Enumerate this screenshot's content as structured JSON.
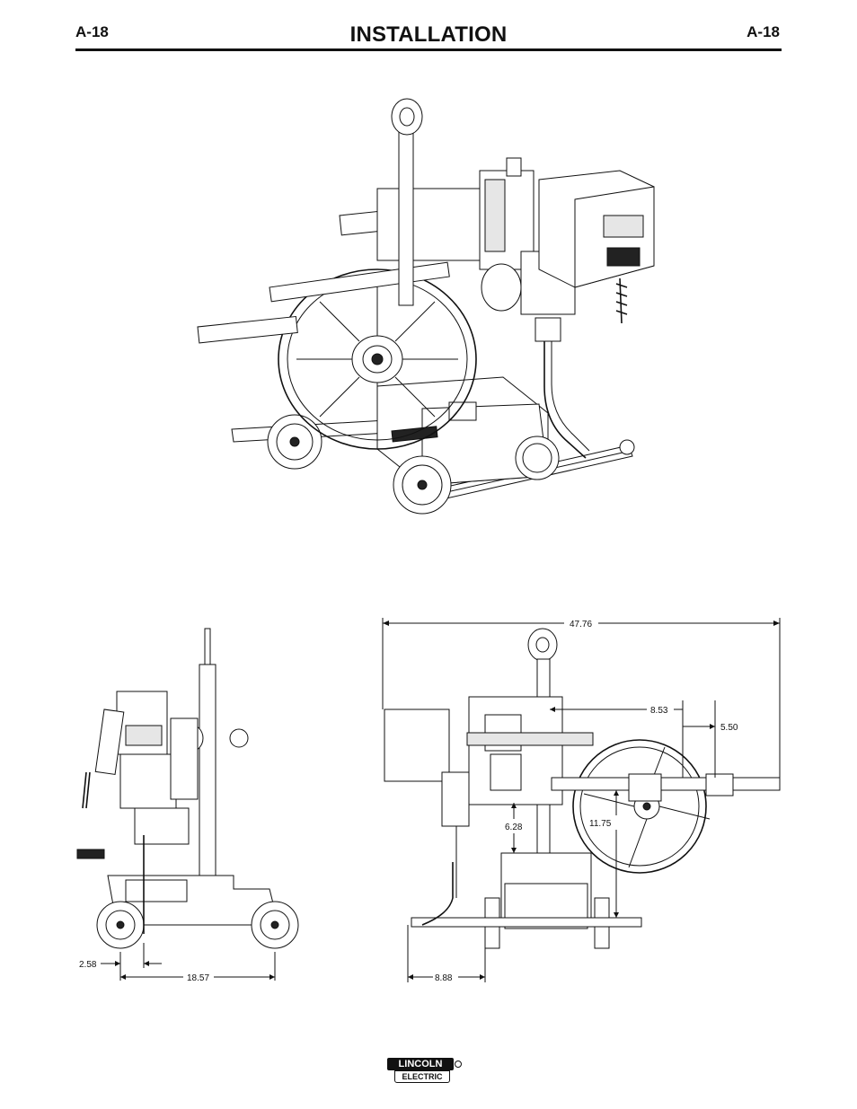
{
  "header": {
    "page_code_left": "A-18",
    "page_code_right": "A-18",
    "section_title": "INSTALLATION"
  },
  "figures": {
    "side_view": {
      "dim_small": "2.58",
      "dim_wheelbase": "18.57"
    },
    "front_view": {
      "dim_overall_width": "47.76",
      "dim_a": "8.53",
      "dim_b": "5.50",
      "dim_c": "6.28",
      "dim_d": "11.75",
      "dim_e": "8.88"
    }
  },
  "footer": {
    "logo_top": "LINCOLN",
    "logo_bottom": "ELECTRIC"
  }
}
